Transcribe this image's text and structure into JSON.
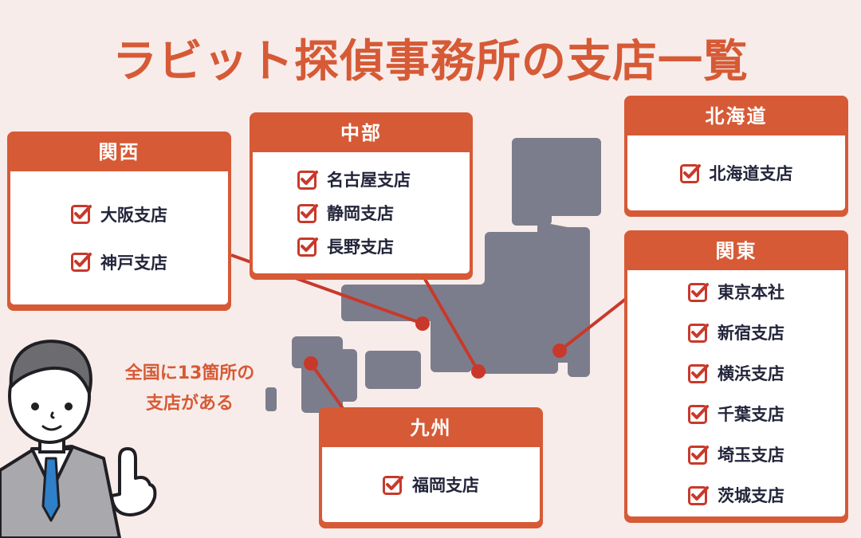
{
  "title": "ラビット探偵事務所の支店一覧",
  "colors": {
    "accent": "#d65a36",
    "background": "#f8ecea",
    "map_land": "#7c7d8c",
    "pin": "#c8392b",
    "text_dark": "#23253a"
  },
  "callout": {
    "line1": "全国に13箇所の",
    "line2": "支店がある"
  },
  "regions": {
    "kansai": {
      "name": "関西",
      "branches": [
        "大阪支店",
        "神戸支店"
      ]
    },
    "chubu": {
      "name": "中部",
      "branches": [
        "名古屋支店",
        "静岡支店",
        "長野支店"
      ]
    },
    "hokkaido": {
      "name": "北海道",
      "branches": [
        "北海道支店"
      ]
    },
    "kanto": {
      "name": "関東",
      "branches": [
        "東京本社",
        "新宿支店",
        "横浜支店",
        "千葉支店",
        "埼玉支店",
        "茨城支店"
      ]
    },
    "kyushu": {
      "name": "九州",
      "branches": [
        "福岡支店"
      ]
    }
  },
  "icons": {
    "check": "checkbox-checked-icon",
    "pin": "map-pin-dot",
    "person": "businessman-pointing-illustration"
  }
}
